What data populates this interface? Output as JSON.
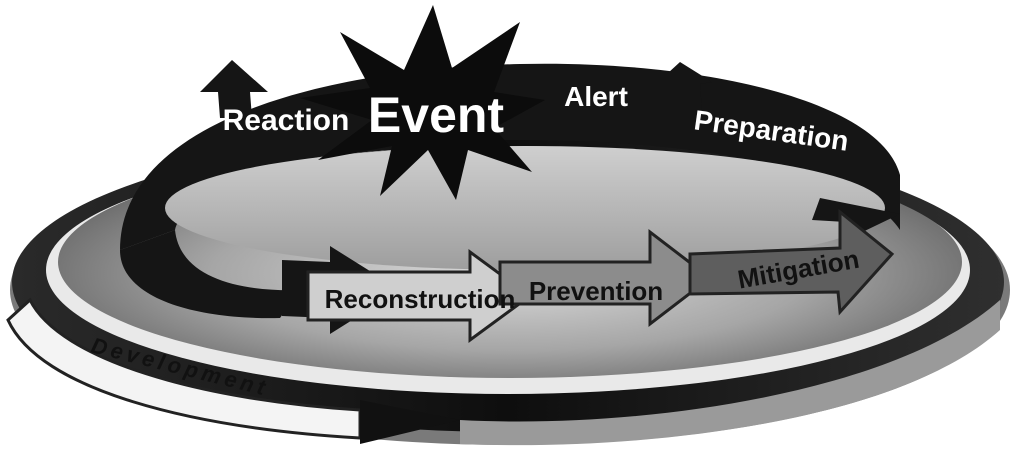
{
  "diagram": {
    "labels": {
      "event": "Event",
      "reaction": "Reaction",
      "alert": "Alert",
      "preparation": "Preparation",
      "reconstruction": "Reconstruction",
      "prevention": "Prevention",
      "mitigation": "Mitigation",
      "development": "Development"
    },
    "colors": {
      "dark_band": "#151515",
      "outer_ring_light": "#f2f2f2",
      "disc_mid": "#9a9a9a",
      "disc_light": "#d2d2d2",
      "reconstruction_arrow": "#cfcfcf",
      "prevention_arrow": "#8c8c8c",
      "mitigation_arrow": "#5e5e5e"
    }
  }
}
